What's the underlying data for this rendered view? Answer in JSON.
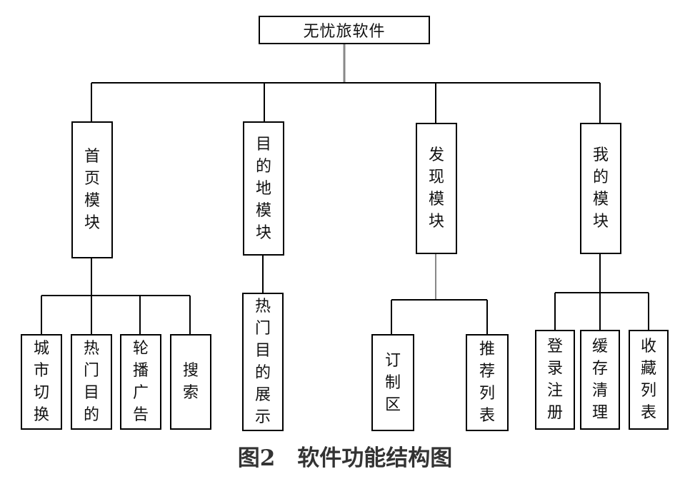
{
  "root": {
    "label": "无忧旅软件"
  },
  "modules": [
    {
      "label": "首页模块",
      "children": [
        "城市切换",
        "热门目的",
        "轮播广告",
        "搜索"
      ]
    },
    {
      "label": "目的地模块",
      "children": [
        "热门目的展示"
      ]
    },
    {
      "label": "发现模块",
      "children": [
        "订制区",
        "推荐列表"
      ]
    },
    {
      "label": "我的模块",
      "children": [
        "登录注册",
        "缓存清理",
        "收藏列表"
      ]
    }
  ],
  "caption": "图2　软件功能结构图",
  "colors": {
    "border": "#000000",
    "connector": "#888888",
    "caption": "#333333"
  }
}
